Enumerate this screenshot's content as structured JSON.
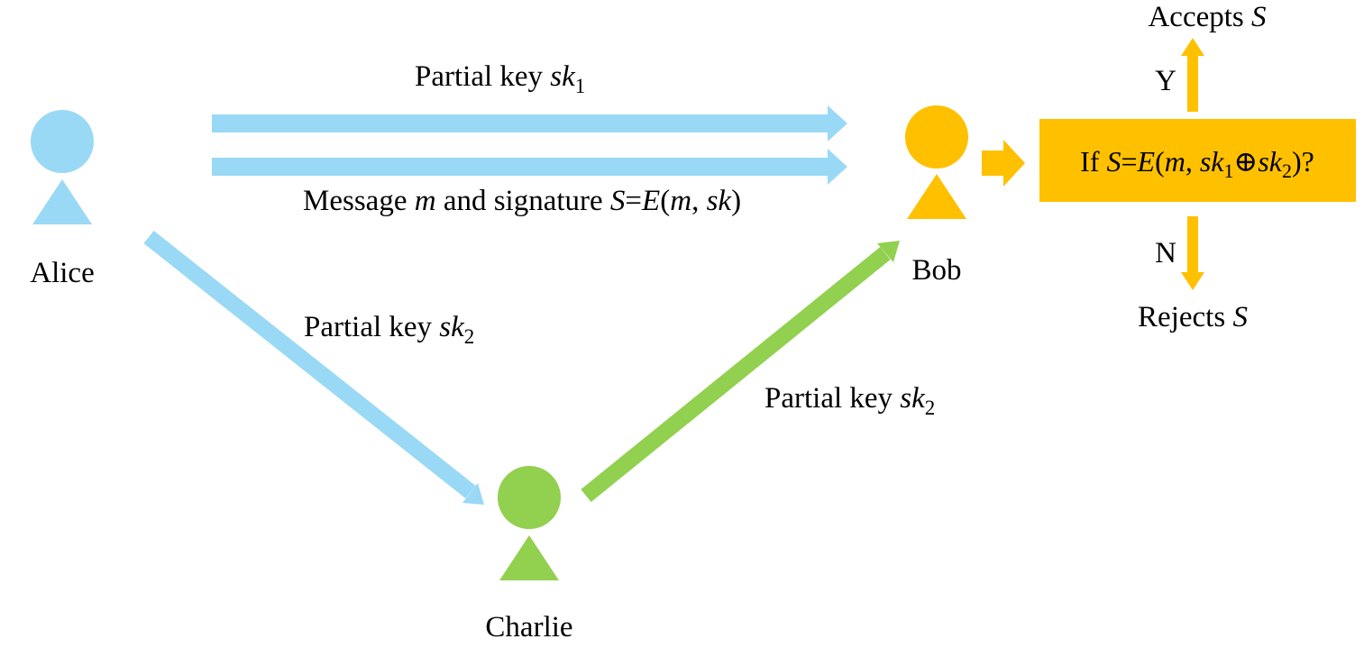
{
  "colors": {
    "alice": "#99D9F5",
    "charlie": "#92D050",
    "bob": "#FFC000"
  },
  "actors": {
    "alice": "Alice",
    "bob": "Bob",
    "charlie": "Charlie"
  },
  "labels": {
    "alice_bob_partial_key": {
      "text": "Partial key ",
      "var": "sk",
      "sub": "1"
    },
    "alice_bob_message": {
      "part1": "Message ",
      "m": "m",
      "part2": " and signature ",
      "S": "S",
      "eq": "=",
      "E": "E",
      "open": "(",
      "m2": "m",
      "comma": ", ",
      "sk": "sk",
      "close": ")"
    },
    "alice_charlie_partial_key": {
      "text": "Partial key ",
      "var": "sk",
      "sub": "2"
    },
    "charlie_bob_partial_key": {
      "text": "Partial key ",
      "var": "sk",
      "sub": "2"
    }
  },
  "decision": {
    "if": "If ",
    "S": "S",
    "eq": "=",
    "E": "E",
    "open": "(",
    "m": "m",
    "comma": ", ",
    "sk1": "sk",
    "sub1": "1",
    "xor": "⊕",
    "sk2": "sk",
    "sub2": "2",
    "close": ")",
    "q": "?",
    "yes_label": "Y",
    "no_label": "N",
    "accept": {
      "text": "Accepts ",
      "var": "S"
    },
    "reject": {
      "text": "Rejects ",
      "var": "S"
    }
  }
}
